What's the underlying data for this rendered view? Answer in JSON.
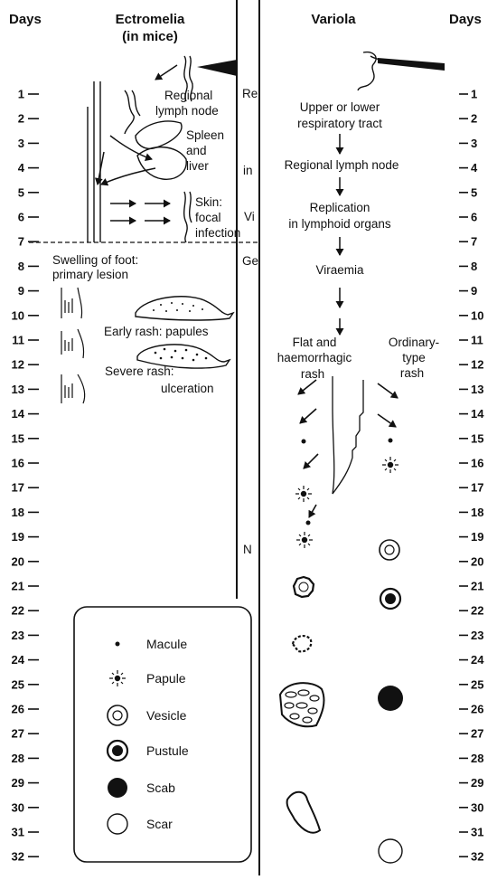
{
  "headers": {
    "days_left": "Days",
    "ectromelia_line1": "Ectromelia",
    "ectromelia_line2": "(in mice)",
    "variola": "Variola",
    "days_right": "Days"
  },
  "days": [
    1,
    2,
    3,
    4,
    5,
    6,
    7,
    8,
    9,
    10,
    11,
    12,
    13,
    14,
    15,
    16,
    17,
    18,
    19,
    20,
    21,
    22,
    23,
    24,
    25,
    26,
    27,
    28,
    29,
    30,
    31,
    32
  ],
  "ectromelia": {
    "regional_lymph_node": [
      "Regional",
      "lymph node"
    ],
    "spleen_liver": [
      "Spleen",
      "and",
      "liver"
    ],
    "skin_focal": [
      "Skin:",
      "focal",
      "infection"
    ],
    "swelling": [
      "Swelling of foot:",
      "primary lesion"
    ],
    "early_rash": "Early rash: papules",
    "severe_rash": [
      "Severe rash:",
      "ulceration"
    ]
  },
  "middle_fragments": [
    "Re",
    "in",
    "Vi",
    "Ge",
    "N"
  ],
  "variola": {
    "steps": [
      [
        "Upper or lower",
        "respiratory tract"
      ],
      [
        "Regional lymph node"
      ],
      [
        "Replication",
        "in lymphoid organs"
      ],
      [
        "Viraemia"
      ]
    ],
    "flat_rash": [
      "Flat and",
      "haemorrhagic",
      "rash"
    ],
    "ordinary_rash": [
      "Ordinary-",
      "type",
      "rash"
    ]
  },
  "legend": [
    "Macule",
    "Papule",
    "Vesicle",
    "Pustule",
    "Scab",
    "Scar"
  ]
}
